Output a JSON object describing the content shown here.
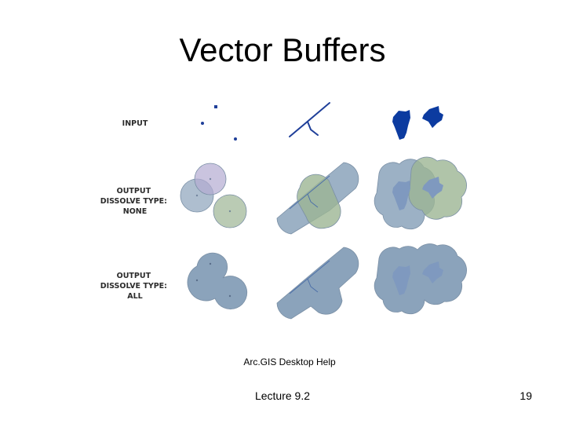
{
  "slide": {
    "title": "Vector Buffers",
    "caption": "Arc.GIS Desktop Help",
    "footer": "Lecture 9.2",
    "page_number": "19"
  },
  "figure": {
    "rows": [
      {
        "lines": [
          "INPUT"
        ]
      },
      {
        "lines": [
          "OUTPUT",
          "DISSOLVE TYPE:",
          "NONE"
        ]
      },
      {
        "lines": [
          "OUTPUT",
          "DISSOLVE TYPE:",
          "ALL"
        ]
      }
    ],
    "colors": {
      "input_feature": "#1f3f99",
      "buffer_blue": "#8ba3bb",
      "buffer_purple": "#b3abd1",
      "buffer_green": "#9cb594",
      "buffer_stroke": "#7a8fa5"
    }
  }
}
